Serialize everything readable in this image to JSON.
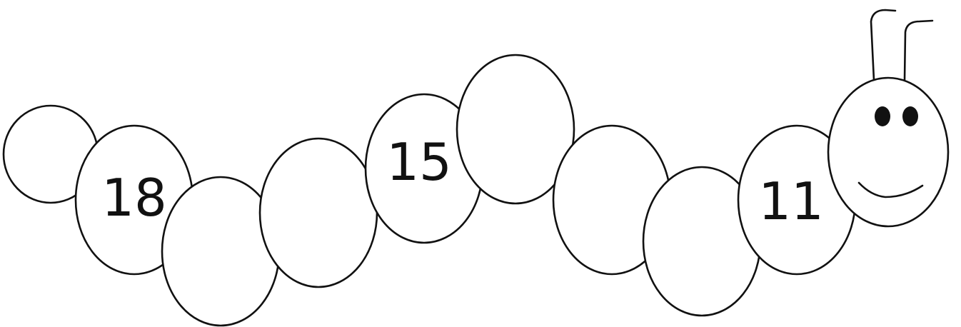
{
  "caterpillar": {
    "segments": [
      {
        "label": ""
      },
      {
        "label": "18"
      },
      {
        "label": ""
      },
      {
        "label": ""
      },
      {
        "label": "15"
      },
      {
        "label": ""
      },
      {
        "label": ""
      },
      {
        "label": ""
      },
      {
        "label": "11"
      }
    ],
    "colors": {
      "outline": "#111111",
      "fill": "#ffffff"
    }
  }
}
